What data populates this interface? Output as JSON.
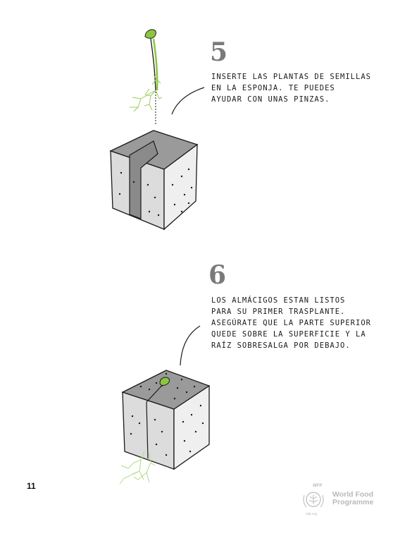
{
  "steps": [
    {
      "number": "5",
      "lines": [
        "INSERTE LAS PLANTAS DE SEMILLAS",
        "EN LA ESPONJA. TE PUEDES",
        "AYUDAR CON UNAS PINZAS."
      ]
    },
    {
      "number": "6",
      "lines": [
        "LOS ALMÁCIGOS ESTAN LISTOS",
        "PARA SU PRIMER TRASPLANTE.",
        "ASEGÚRATE QUE LA PARTE SUPERIOR",
        "QUEDE SOBRE LA SUPERFICIE Y LA",
        "RAÍZ SOBRESALGA POR DEBAJO."
      ]
    }
  ],
  "page_number": "11",
  "logo": {
    "abbr": "WFP",
    "name_line1": "World Food",
    "name_line2": "Programme",
    "url": "wfp.org"
  },
  "colors": {
    "sponge_top": "#9a9a9a",
    "sponge_side": "#dcdcdc",
    "sprout": "#8cc63f",
    "root": "#b5d98a",
    "step_number": "#7a7a7a",
    "logo_grey": "#b9b9b9"
  }
}
